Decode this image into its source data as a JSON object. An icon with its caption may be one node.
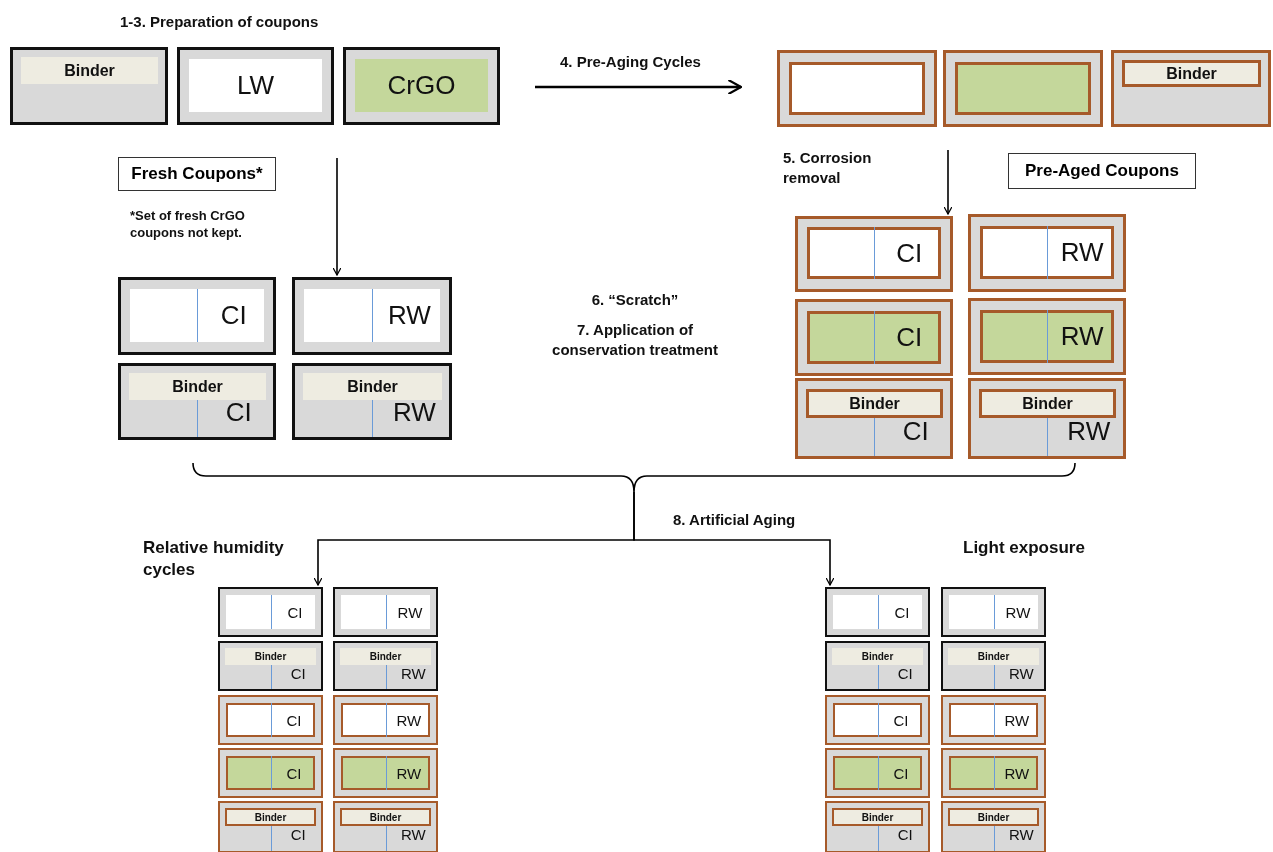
{
  "diagram": {
    "nodes": [
      {
        "text": [
          "Binder"
        ]
      },
      {
        "text": [
          "LW"
        ]
      },
      {
        "text": [
          "CrGO"
        ]
      },
      {
        "text": [],
        "shape": "box"
      },
      {
        "text": [],
        "shape": "box"
      },
      {
        "text": [
          "Binder"
        ]
      },
      {
        "text": [
          "Fresh Coupons*"
        ]
      },
      {
        "text": [
          "Pre-Aged Coupons"
        ]
      },
      {
        "text": [
          "CI"
        ]
      },
      {
        "text": [
          "RW"
        ]
      },
      {
        "text": [
          "Binder",
          "CI"
        ]
      },
      {
        "text": [
          "Binder",
          "RW"
        ]
      },
      {
        "text": [
          "CI"
        ]
      },
      {
        "text": [
          "RW"
        ]
      },
      {
        "text": [
          "CI"
        ]
      },
      {
        "text": [
          "RW"
        ]
      },
      {
        "text": [
          "Binder",
          "CI"
        ]
      },
      {
        "text": [
          "Binder",
          "RW"
        ]
      },
      {
        "text": [
          "CI"
        ]
      },
      {
        "text": [
          "RW"
        ]
      },
      {
        "text": [
          "Binder",
          "CI"
        ]
      },
      {
        "text": [
          "Binder",
          "RW"
        ]
      },
      {
        "text": [
          "CI"
        ]
      },
      {
        "text": [
          "RW"
        ]
      },
      {
        "text": [
          "CI"
        ]
      },
      {
        "text": [
          "RW"
        ]
      },
      {
        "text": [
          "Binder",
          "CI"
        ]
      },
      {
        "text": [
          "Binder",
          "RW"
        ]
      },
      {
        "text": [
          "CI"
        ]
      },
      {
        "text": [
          "RW"
        ]
      },
      {
        "text": [
          "Binder",
          "CI"
        ]
      },
      {
        "text": [
          "Binder",
          "RW"
        ]
      },
      {
        "text": [
          "CI"
        ]
      },
      {
        "text": [
          "RW"
        ]
      },
      {
        "text": [
          "CI"
        ]
      },
      {
        "text": [
          "RW"
        ]
      },
      {
        "text": [
          "Binder",
          "CI"
        ]
      },
      {
        "text": [
          "Binder",
          "RW"
        ]
      },
      {
        "text": [],
        "shape": "bracket"
      }
    ],
    "edges": [
      {
        "from": 2,
        "to": 3,
        "arrow": "to",
        "label": "4. Pre-Aging Cycles"
      },
      {
        "from": null,
        "to": 9,
        "arrow": "to"
      },
      {
        "from": null,
        "to": 12,
        "arrow": "to"
      },
      {
        "from": 38,
        "to": 18,
        "arrow": "to"
      },
      {
        "from": 38,
        "to": 28,
        "arrow": "to"
      }
    ],
    "labels": [
      "1-3. Preparation of coupons",
      "5. Corrosion removal",
      "*Set of fresh CrGO coupons not kept.",
      "6. “Scratch”",
      "7. Application of conservation treatment",
      "8. Artificial Aging",
      "Relative humidity cycles",
      "Light exposure"
    ]
  }
}
